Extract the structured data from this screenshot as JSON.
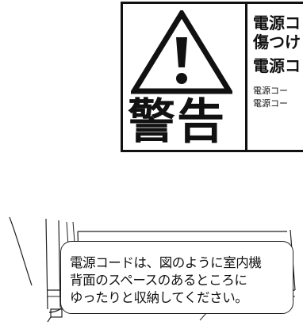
{
  "warning": {
    "title": "警告",
    "lines": [
      "電源コ",
      "傷つけ",
      "電源コ",
      "電源コー",
      "電源コー"
    ]
  },
  "callout": {
    "lines": [
      "電源コードは、図のように室内機",
      "背面のスペースのあるところに",
      "ゆったりと収納してください。"
    ]
  },
  "colors": {
    "ink": "#111111",
    "background": "#ffffff"
  },
  "icons": {
    "warning": "warning-triangle-icon"
  }
}
